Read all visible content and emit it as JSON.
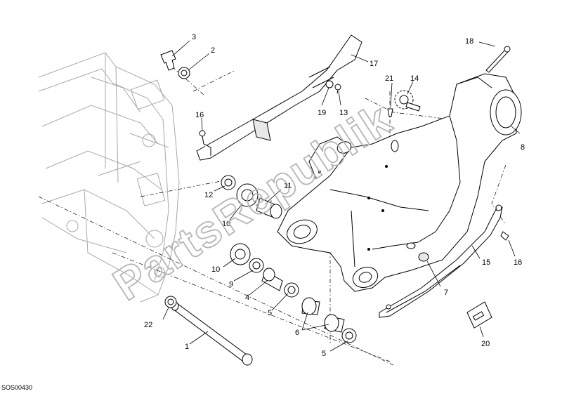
{
  "watermark": "PartsRepublik",
  "drawing_code": "SOS00430",
  "callouts": [
    {
      "id": "c1",
      "label": "1"
    },
    {
      "id": "c2",
      "label": "2"
    },
    {
      "id": "c3",
      "label": "3"
    },
    {
      "id": "c4",
      "label": "4"
    },
    {
      "id": "c5a",
      "label": "5"
    },
    {
      "id": "c5b",
      "label": "5"
    },
    {
      "id": "c6",
      "label": "6"
    },
    {
      "id": "c7",
      "label": "7"
    },
    {
      "id": "c8",
      "label": "8"
    },
    {
      "id": "c9",
      "label": "9"
    },
    {
      "id": "c10a",
      "label": "10"
    },
    {
      "id": "c10b",
      "label": "10"
    },
    {
      "id": "c11",
      "label": "11"
    },
    {
      "id": "c12",
      "label": "12"
    },
    {
      "id": "c13",
      "label": "13"
    },
    {
      "id": "c14",
      "label": "14"
    },
    {
      "id": "c15",
      "label": "15"
    },
    {
      "id": "c16a",
      "label": "16"
    },
    {
      "id": "c16b",
      "label": "16"
    },
    {
      "id": "c17",
      "label": "17"
    },
    {
      "id": "c18",
      "label": "18"
    },
    {
      "id": "c19",
      "label": "19"
    },
    {
      "id": "c20",
      "label": "20"
    },
    {
      "id": "c21",
      "label": "21"
    },
    {
      "id": "c22",
      "label": "22"
    }
  ]
}
